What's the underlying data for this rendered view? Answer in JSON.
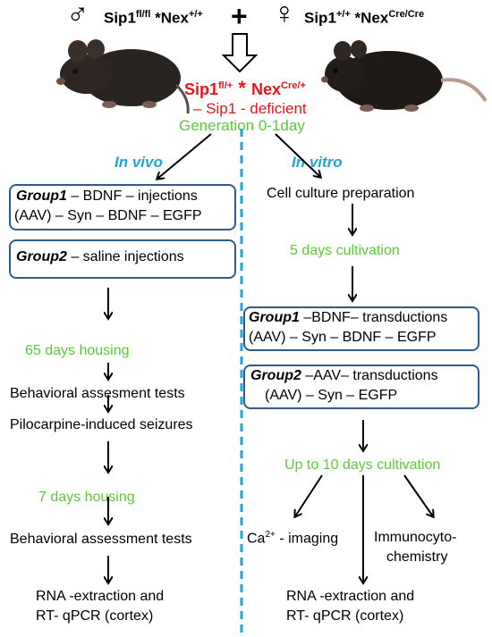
{
  "header": {
    "male_symbol": "♂",
    "male_strain": "Sip1",
    "male_sup1": "fl/fl",
    "male_mid": " *Nex",
    "male_sup2": "+/+",
    "plus": "+",
    "female_symbol": "♀",
    "female_strain": "Sip1",
    "female_sup1": "+/+",
    "female_mid": " *Nex",
    "female_sup2": "Cre/Cre"
  },
  "offspring": {
    "strain": "Sip1",
    "sup1": "fl/+",
    "star": " * ",
    "nex": "Nex",
    "sup2": "Cre/+",
    "deficient": "– Sip1 - deficient",
    "generation": "Generation 0-1day"
  },
  "in_vivo": {
    "label": "In vivo",
    "group1_name": "Group1",
    "group1_line1": " – BDNF – injections",
    "group1_line2": "(AAV) – Syn – BDNF – EGFP",
    "group2_name": "Group2",
    "group2_line1": " – saline injections",
    "housing_65": "65 days housing",
    "behavioral_1": "Behavioral assesment tests",
    "pilocarpine": "Pilocarpine-induced seizures",
    "housing_7": "7 days housing",
    "behavioral_2": "Behavioral assessment tests",
    "rna_line1": "RNA -extraction and",
    "rna_line2": "RT- qPCR (cortex)"
  },
  "in_vitro": {
    "label": "In vitro",
    "cell_culture": "Cell culture preparation",
    "cultivation_5": "5 days cultivation",
    "group1_name": "Group1",
    "group1_line1": " –BDNF– transductions",
    "group1_line2": "(AAV) – Syn – BDNF – EGFP",
    "group2_name": "Group2",
    "group2_line1": " –AAV– transductions",
    "group2_line2": "(AAV) – Syn – EGFP",
    "cultivation_10": "Up to 10 days cultivation",
    "ca_prefix": "Ca",
    "ca_sup": "2+",
    "ca_suffix": "- imaging",
    "immuno_line1": "Immunocyto-",
    "immuno_line2": "chemistry",
    "rna_line1": "RNA -extraction and",
    "rna_line2": "RT- qPCR (cortex)"
  },
  "colors": {
    "green": "#5cc93b",
    "red": "#e8141c",
    "blue": "#1fa3e0",
    "box_border": "#2e5b8a"
  }
}
